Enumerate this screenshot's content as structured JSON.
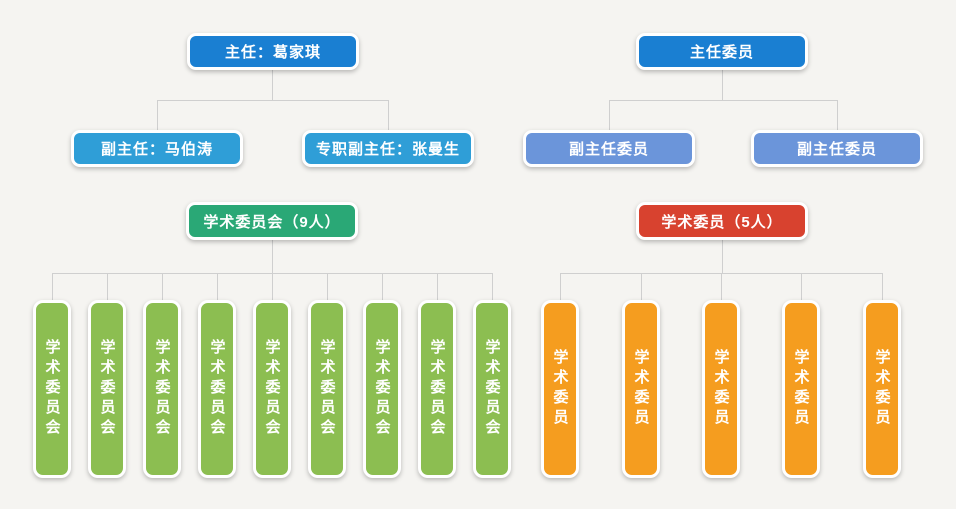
{
  "colors": {
    "background": "#f5f4f1",
    "director_blue": "#1a7fd2",
    "deputy_lightblue": "#2f9ed7",
    "deputy_periwinkle": "#6b95da",
    "committee_green": "#2aa876",
    "committee_red": "#d8422f",
    "member_green": "#8cbe51",
    "member_orange": "#f59d1f",
    "connector_gray": "#cfcfcf",
    "node_text": "#ffffff"
  },
  "left_tree": {
    "root": "主任：葛家琪",
    "deputies": [
      "副主任：马伯涛",
      "专职副主任：张曼生"
    ],
    "committee": "学术委员会（9人）",
    "member_count": 9,
    "members": [
      "学术委员会",
      "学术委员会",
      "学术委员会",
      "学术委员会",
      "学术委员会",
      "学术委员会",
      "学术委员会",
      "学术委员会",
      "学术委员会"
    ]
  },
  "right_tree": {
    "root": "主任委员",
    "deputies": [
      "副主任委员",
      "副主任委员"
    ],
    "committee": "学术委员（5人）",
    "member_count": 5,
    "members": [
      "学术委员",
      "学术委员",
      "学术委员",
      "学术委员",
      "学术委员"
    ]
  }
}
